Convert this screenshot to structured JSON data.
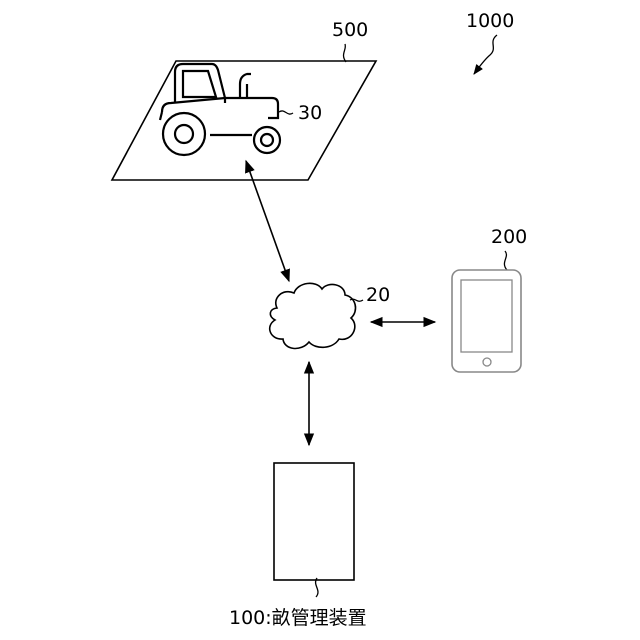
{
  "labels": {
    "system": "1000",
    "field": "500",
    "machine": "30",
    "network": "20",
    "terminal": "200",
    "device_number": "100",
    "device_name": "畝管理装置",
    "separator": ":"
  }
}
